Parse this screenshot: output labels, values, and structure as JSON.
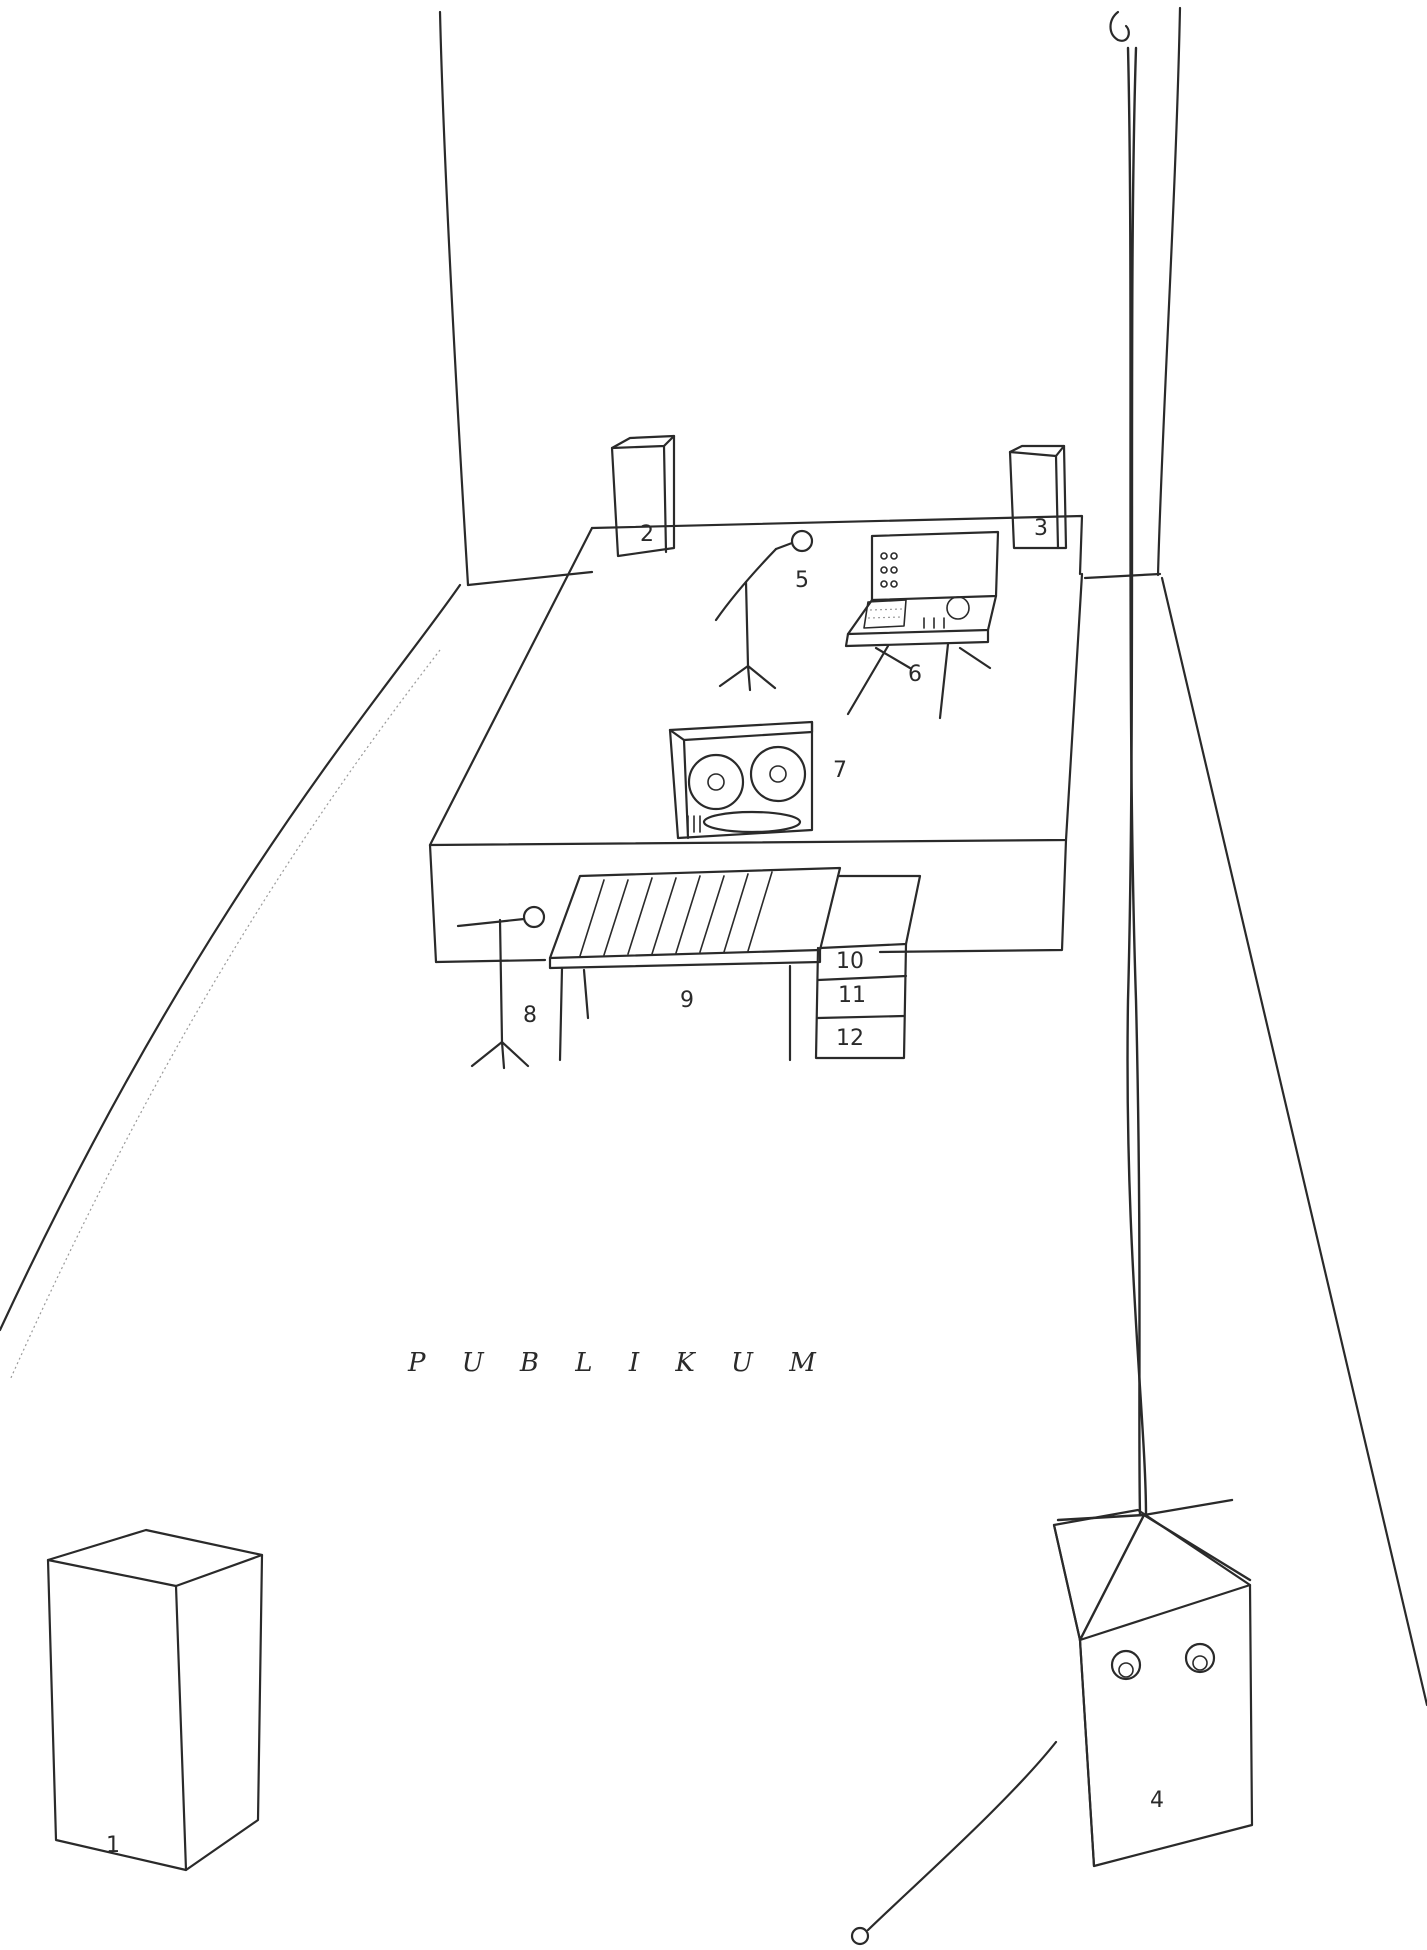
{
  "labels": {
    "audience": "P U B L I K U M",
    "n1": "1",
    "n2": "2",
    "n3": "3",
    "n4": "4",
    "n5": "5",
    "n6": "6",
    "n7": "7",
    "n8": "8",
    "n9": "9",
    "n10": "10",
    "n11": "11",
    "n12": "12"
  }
}
